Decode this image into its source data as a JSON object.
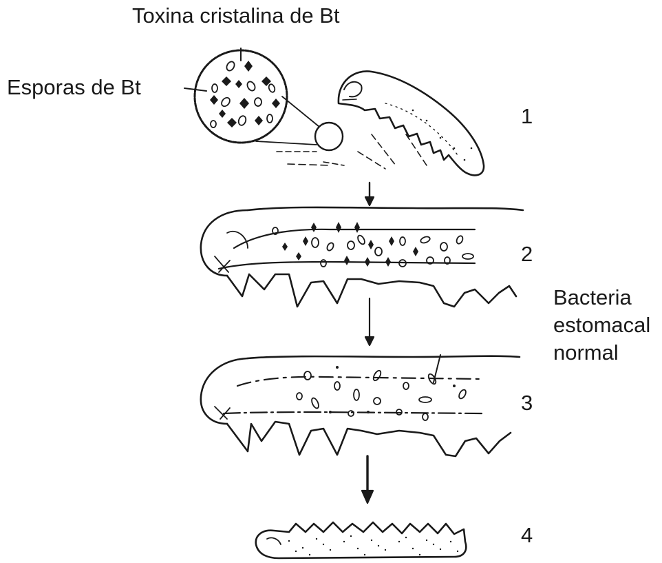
{
  "labels": {
    "toxin": "Toxina cristalina de Bt",
    "spores": "Esporas de Bt",
    "bacteria": [
      "Bacteria",
      "estomacal",
      "normal"
    ]
  },
  "stages": [
    "1",
    "2",
    "3",
    "4"
  ],
  "colors": {
    "ink": "#1a1a1a",
    "background": "#ffffff"
  }
}
